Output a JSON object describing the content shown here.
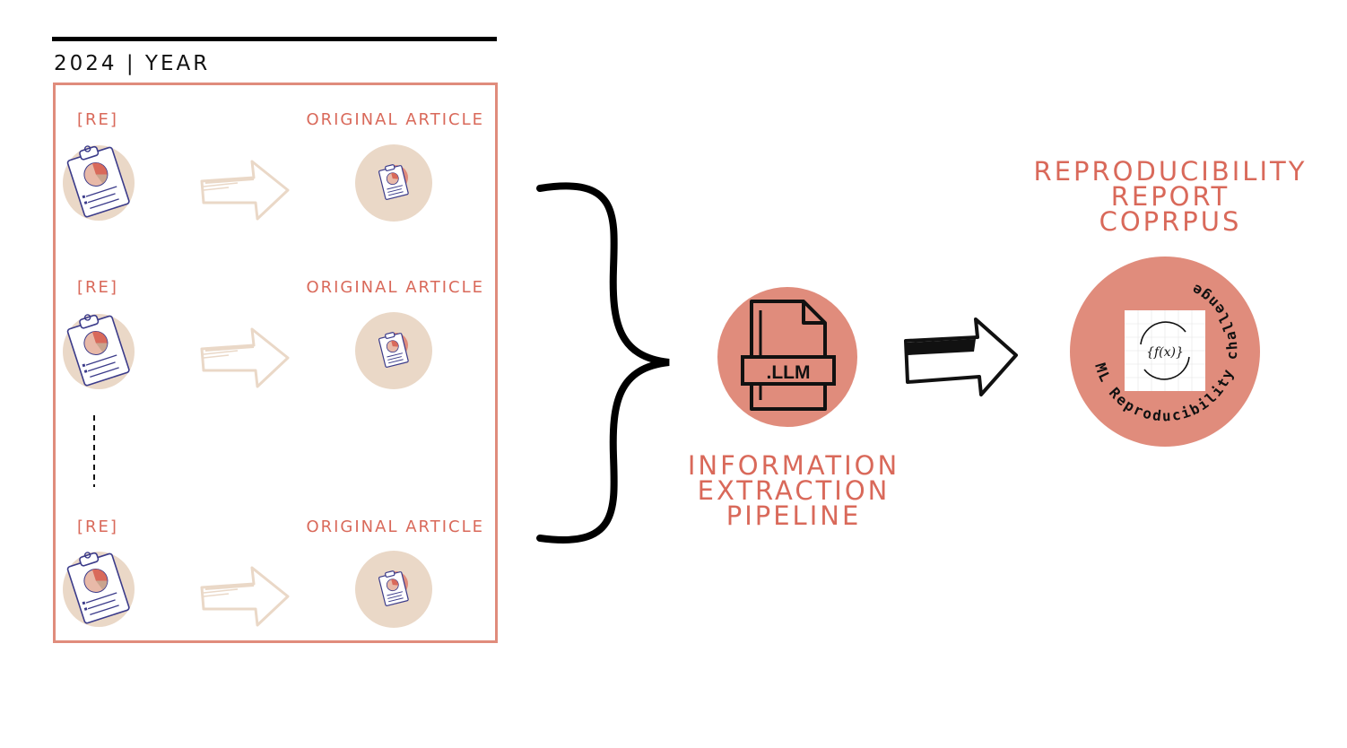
{
  "header": {
    "year_label": "2024 | YEAR"
  },
  "rows": [
    {
      "re_label": "[RE]",
      "original_label": "ORIGINAL ARTICLE"
    },
    {
      "re_label": "[RE]",
      "original_label": "ORIGINAL ARTICLE"
    },
    {
      "re_label": "[RE]",
      "original_label": "ORIGINAL ARTICLE"
    }
  ],
  "pipeline": {
    "file_label": ".LLM",
    "title_lines": [
      "INFORMATION",
      "EXTRACTION",
      "PIPELINE"
    ]
  },
  "corpus": {
    "title_lines": [
      "REPRODUCIBILITY",
      "REPORT",
      "COPRPUS"
    ],
    "badge_text": "ML Reproducibility challenge",
    "formula": "f(x)"
  },
  "colors": {
    "accent": "#d9695a",
    "accent_fill": "#e08c7c",
    "beige": "#ead8c7",
    "ink": "#111111"
  },
  "icons": [
    "clipboard-icon",
    "arrow-icon",
    "curly-brace-icon",
    "llm-file-icon",
    "ml-reproducibility-badge-icon"
  ]
}
